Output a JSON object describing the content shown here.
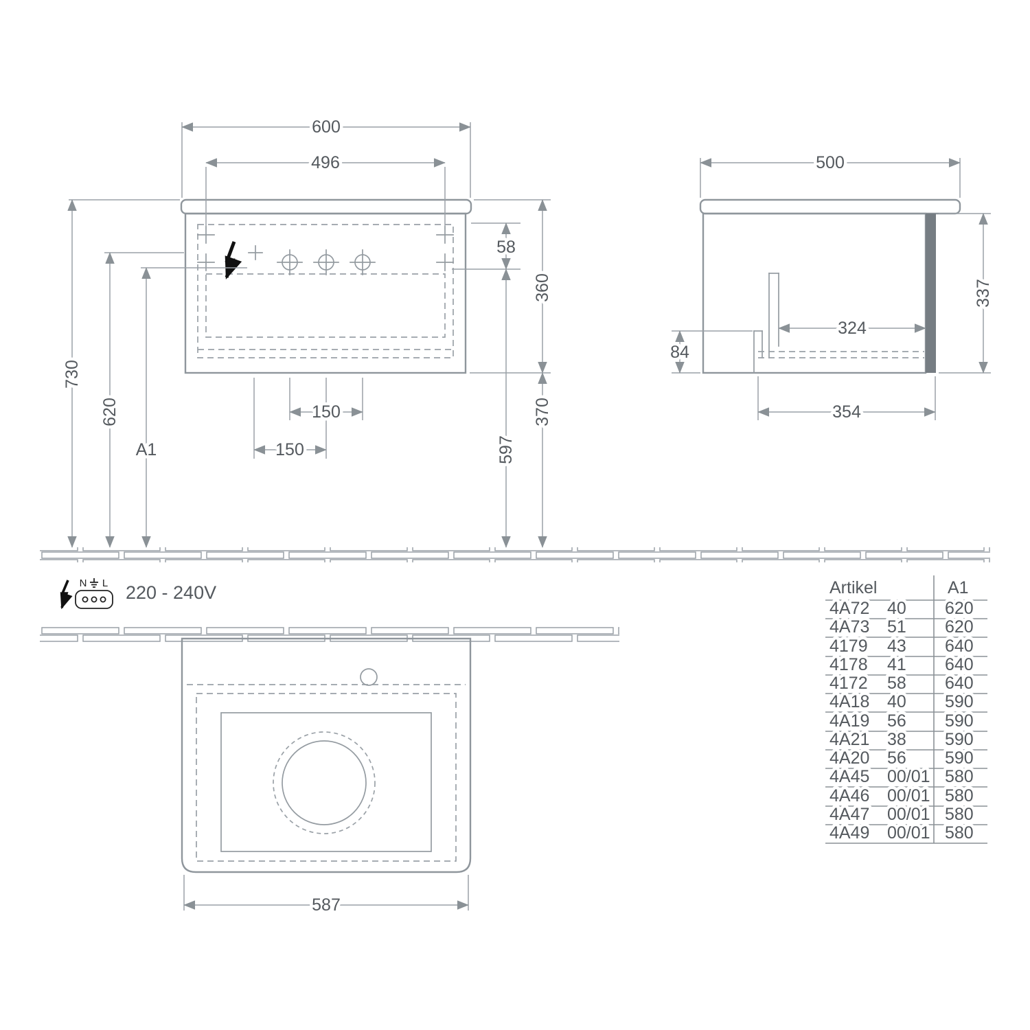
{
  "front_view": {
    "dims": {
      "overall_width": "600",
      "inner_width": "496",
      "hole_offset": "58",
      "body_height": "360",
      "total_height": "730",
      "a1_label": "A1",
      "height_620": "620",
      "below_370": "370",
      "below_597": "597",
      "spacing_150a": "150",
      "spacing_150b": "150"
    }
  },
  "side_view": {
    "dims": {
      "depth": "500",
      "height": "337",
      "inner_depth": "324",
      "recess_height": "84",
      "bottom_depth": "354"
    }
  },
  "plan_view": {
    "dims": {
      "width": "587"
    }
  },
  "electrical": {
    "neutral": "N",
    "line": "L",
    "voltage": "220 - 240V"
  },
  "table": {
    "headers": {
      "artikel": "Artikel",
      "a1": "A1"
    },
    "rows": [
      {
        "code": "4A72",
        "variant": "40",
        "a1": "620"
      },
      {
        "code": "4A73",
        "variant": "51",
        "a1": "620"
      },
      {
        "code": "4179",
        "variant": "43",
        "a1": "640"
      },
      {
        "code": "4178",
        "variant": "41",
        "a1": "640"
      },
      {
        "code": "4172",
        "variant": "58",
        "a1": "640"
      },
      {
        "code": "4A18",
        "variant": "40",
        "a1": "590"
      },
      {
        "code": "4A19",
        "variant": "56",
        "a1": "590"
      },
      {
        "code": "4A21",
        "variant": "38",
        "a1": "590"
      },
      {
        "code": "4A20",
        "variant": "56",
        "a1": "590"
      },
      {
        "code": "4A45",
        "variant": "00/01",
        "a1": "580"
      },
      {
        "code": "4A46",
        "variant": "00/01",
        "a1": "580"
      },
      {
        "code": "4A47",
        "variant": "00/01",
        "a1": "580"
      },
      {
        "code": "4A49",
        "variant": "00/01",
        "a1": "580"
      }
    ]
  }
}
